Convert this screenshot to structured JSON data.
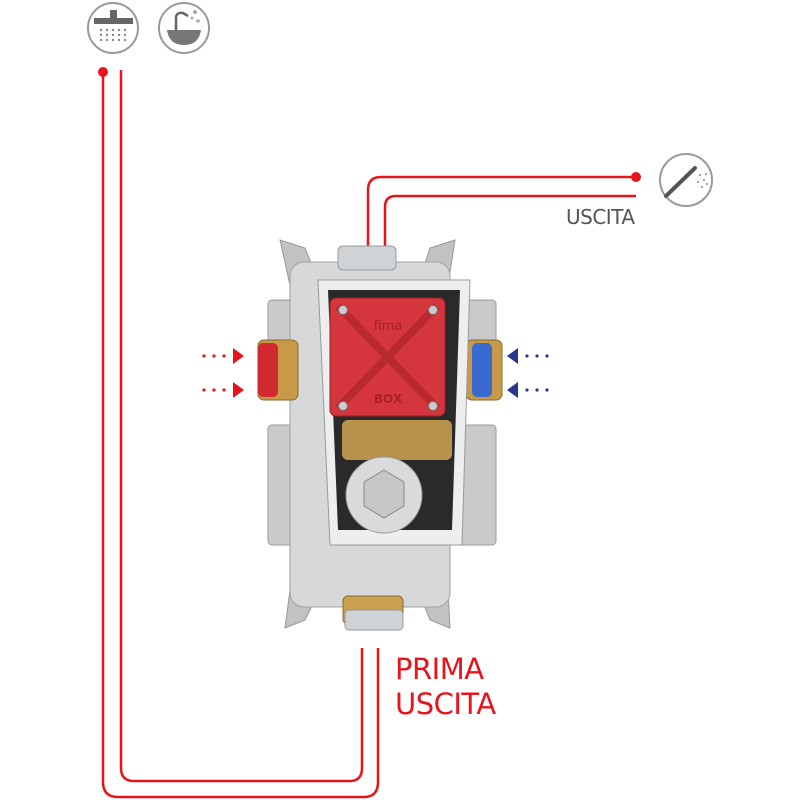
{
  "labels": {
    "secondary_outlet": "USCITA",
    "first_outlet_line1": "PRIMA",
    "first_outlet_line2": "USCITA"
  },
  "product_logo": {
    "brand": "fima",
    "text": "BOX"
  },
  "icons": [
    "overhead-shower-icon",
    "bathtub-icon",
    "hand-shower-icon"
  ],
  "colors": {
    "pipe": "#e8141c",
    "hot_arrow": "#e8141c",
    "cold_arrow": "#2a3590",
    "icon_gray": "#666666"
  }
}
